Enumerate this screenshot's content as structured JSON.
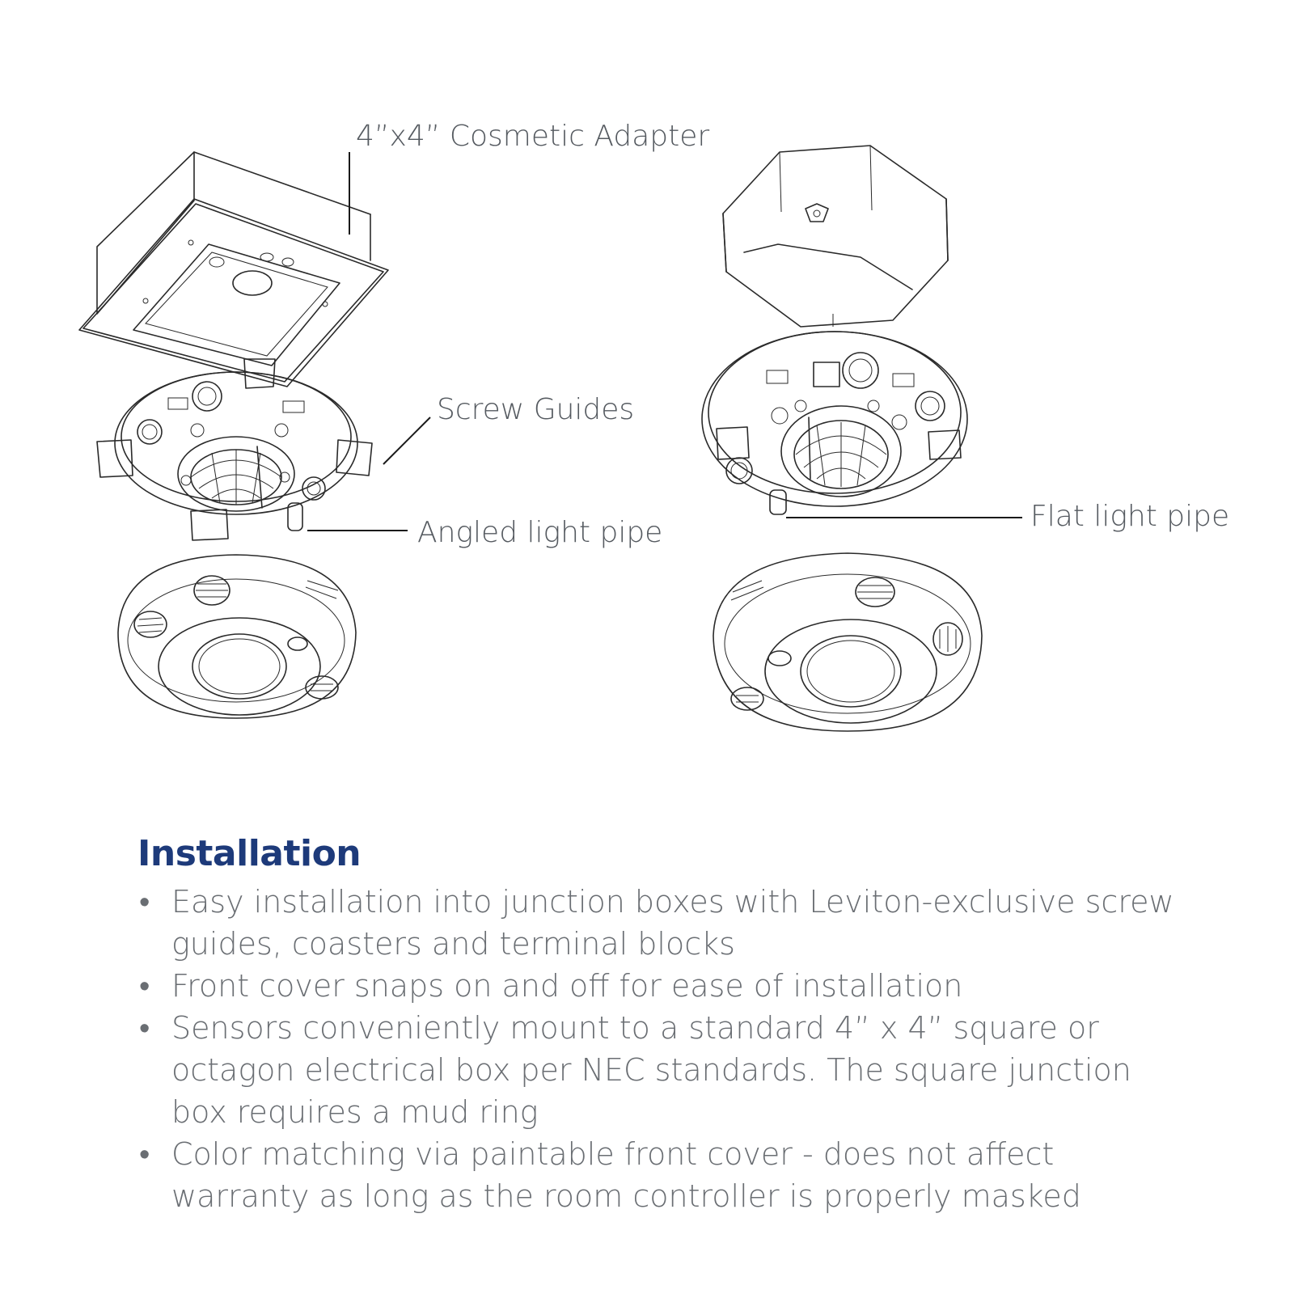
{
  "callouts": {
    "cosmetic_adapter": "4”x4” Cosmetic Adapter",
    "screw_guides": "Screw Guides",
    "angled_light_pipe": "Angled light pipe",
    "flat_light_pipe": "Flat light pipe"
  },
  "installation": {
    "title": "Installation",
    "items": [
      "Easy installation into junction boxes with Leviton-exclusive screw guides, coasters and terminal blocks",
      "Front cover snaps on and off for ease of installation",
      "Sensors conveniently mount to a standard 4” x 4” square or octagon electrical box per NEC standards. The square junction box requires a mud ring",
      "Color matching via paintable front cover - does not affect warranty as long as the room controller is properly masked"
    ]
  },
  "colors": {
    "title": "#1d3a7a",
    "body_text": "#6a6e73",
    "line_art": "#2a2a2a"
  }
}
